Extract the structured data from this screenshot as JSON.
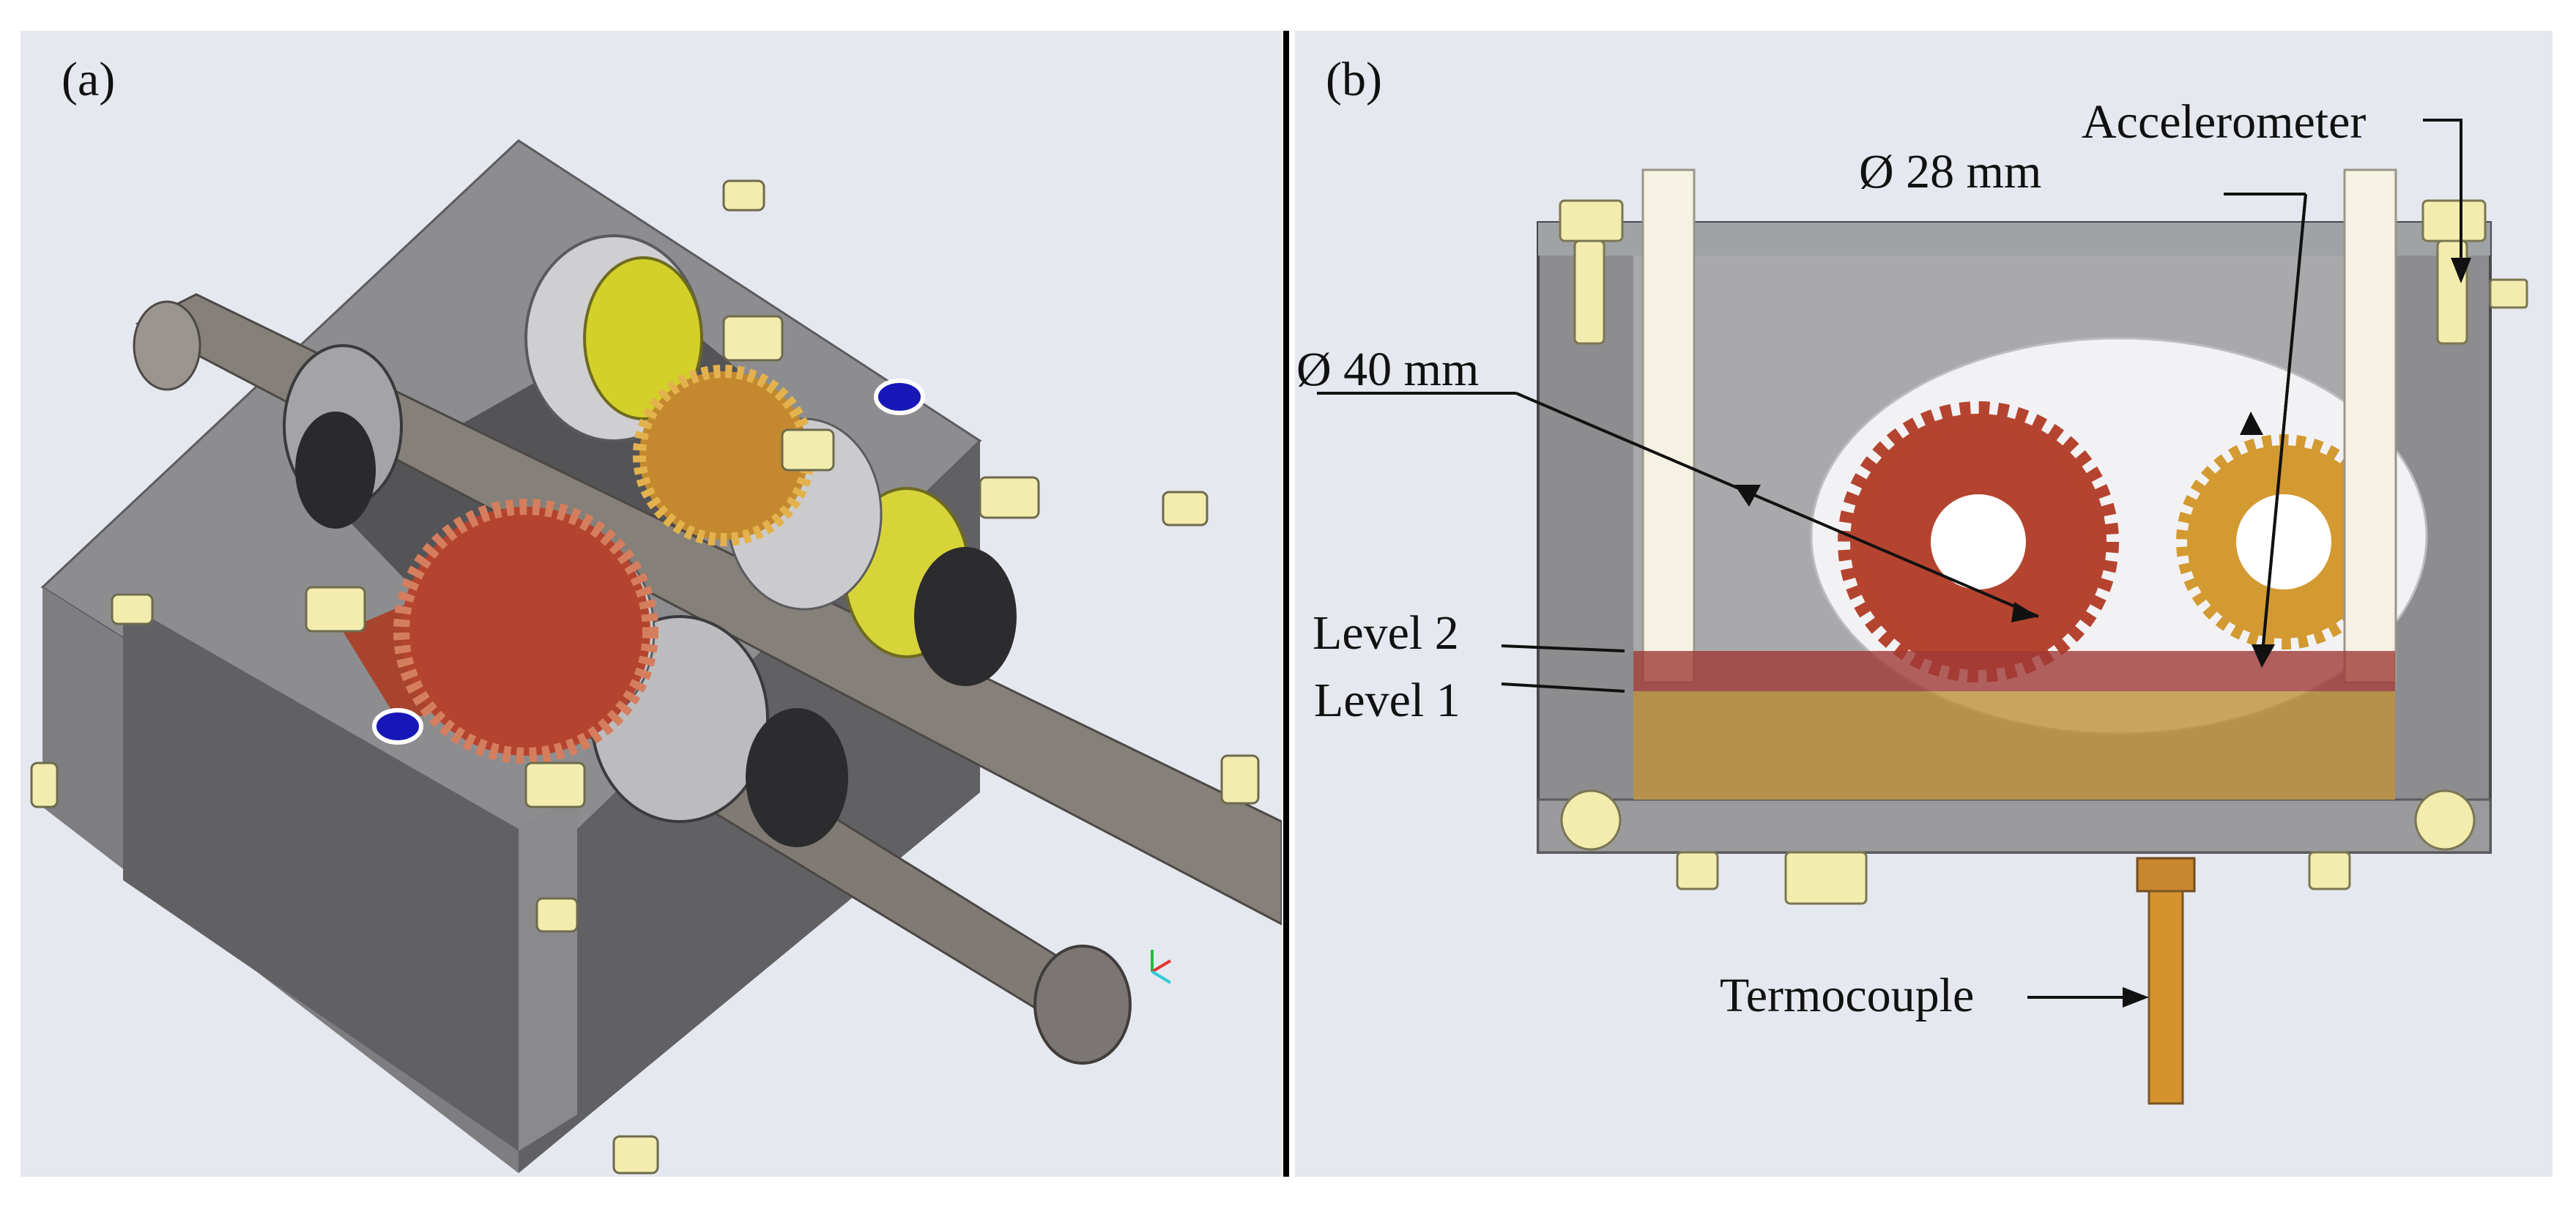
{
  "panel_a": {
    "tag": "(a)"
  },
  "panel_b": {
    "tag": "(b)",
    "labels": {
      "accelerometer": "Accelerometer",
      "dia_small": "Ø 28 mm",
      "dia_large": "Ø 40 mm",
      "level_2": "Level 2",
      "level_1": "Level 1",
      "thermocouple": "Termocouple"
    }
  },
  "colors": {
    "housing": "#8d8d8f",
    "housing_dark": "#5f5f62",
    "shaft": "#807b78",
    "gear_large": "#b4442f",
    "gear_small": "#d39a32",
    "oil_level_2": "#a03a37",
    "oil_level_1": "#b98a2c",
    "bolts": "#f2edae",
    "dots": "#1717b8"
  }
}
